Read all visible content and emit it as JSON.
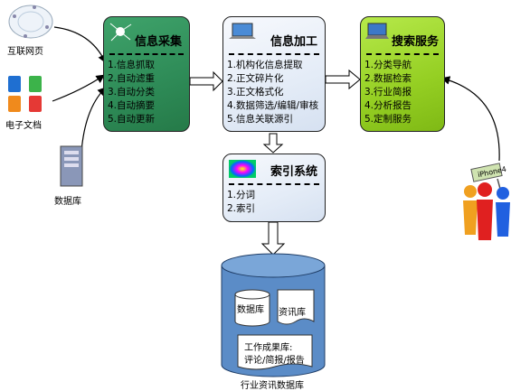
{
  "sources": {
    "web_label": "互联网页",
    "docs_label": "电子文档",
    "db_label": "数据库"
  },
  "collect": {
    "title": "信息采集",
    "items": [
      "1.信息抓取",
      "2.自动滤重",
      "3.自动分类",
      "4.自动摘要",
      "5.自动更新"
    ]
  },
  "process": {
    "title": "信息加工",
    "items": [
      "1.机构化信息提取",
      "2.正文碎片化",
      "3.正文格式化",
      "4.数据筛选/编辑/审核",
      "5.信息关联源引"
    ]
  },
  "search": {
    "title": "搜索服务",
    "items": [
      "1.分类导航",
      "2.数据检索",
      "3.行业简报",
      "4.分析报告",
      "5.定制服务"
    ]
  },
  "index": {
    "title": "索引系统",
    "items": [
      "1.分词",
      "2.索引"
    ]
  },
  "store": {
    "db_label": "数据库",
    "news_label": "资讯库",
    "work_line1": "工作成果库:",
    "work_line2": "评论/简报/报告",
    "caption": "行业资讯数据库"
  },
  "users": {
    "sign": "iPhone4"
  },
  "colors": {
    "collect_bg": "#2e8b57",
    "process_bg": "#e4ecf7",
    "search_bg": "#95cf23",
    "cylinder": "#5b8cc7"
  }
}
